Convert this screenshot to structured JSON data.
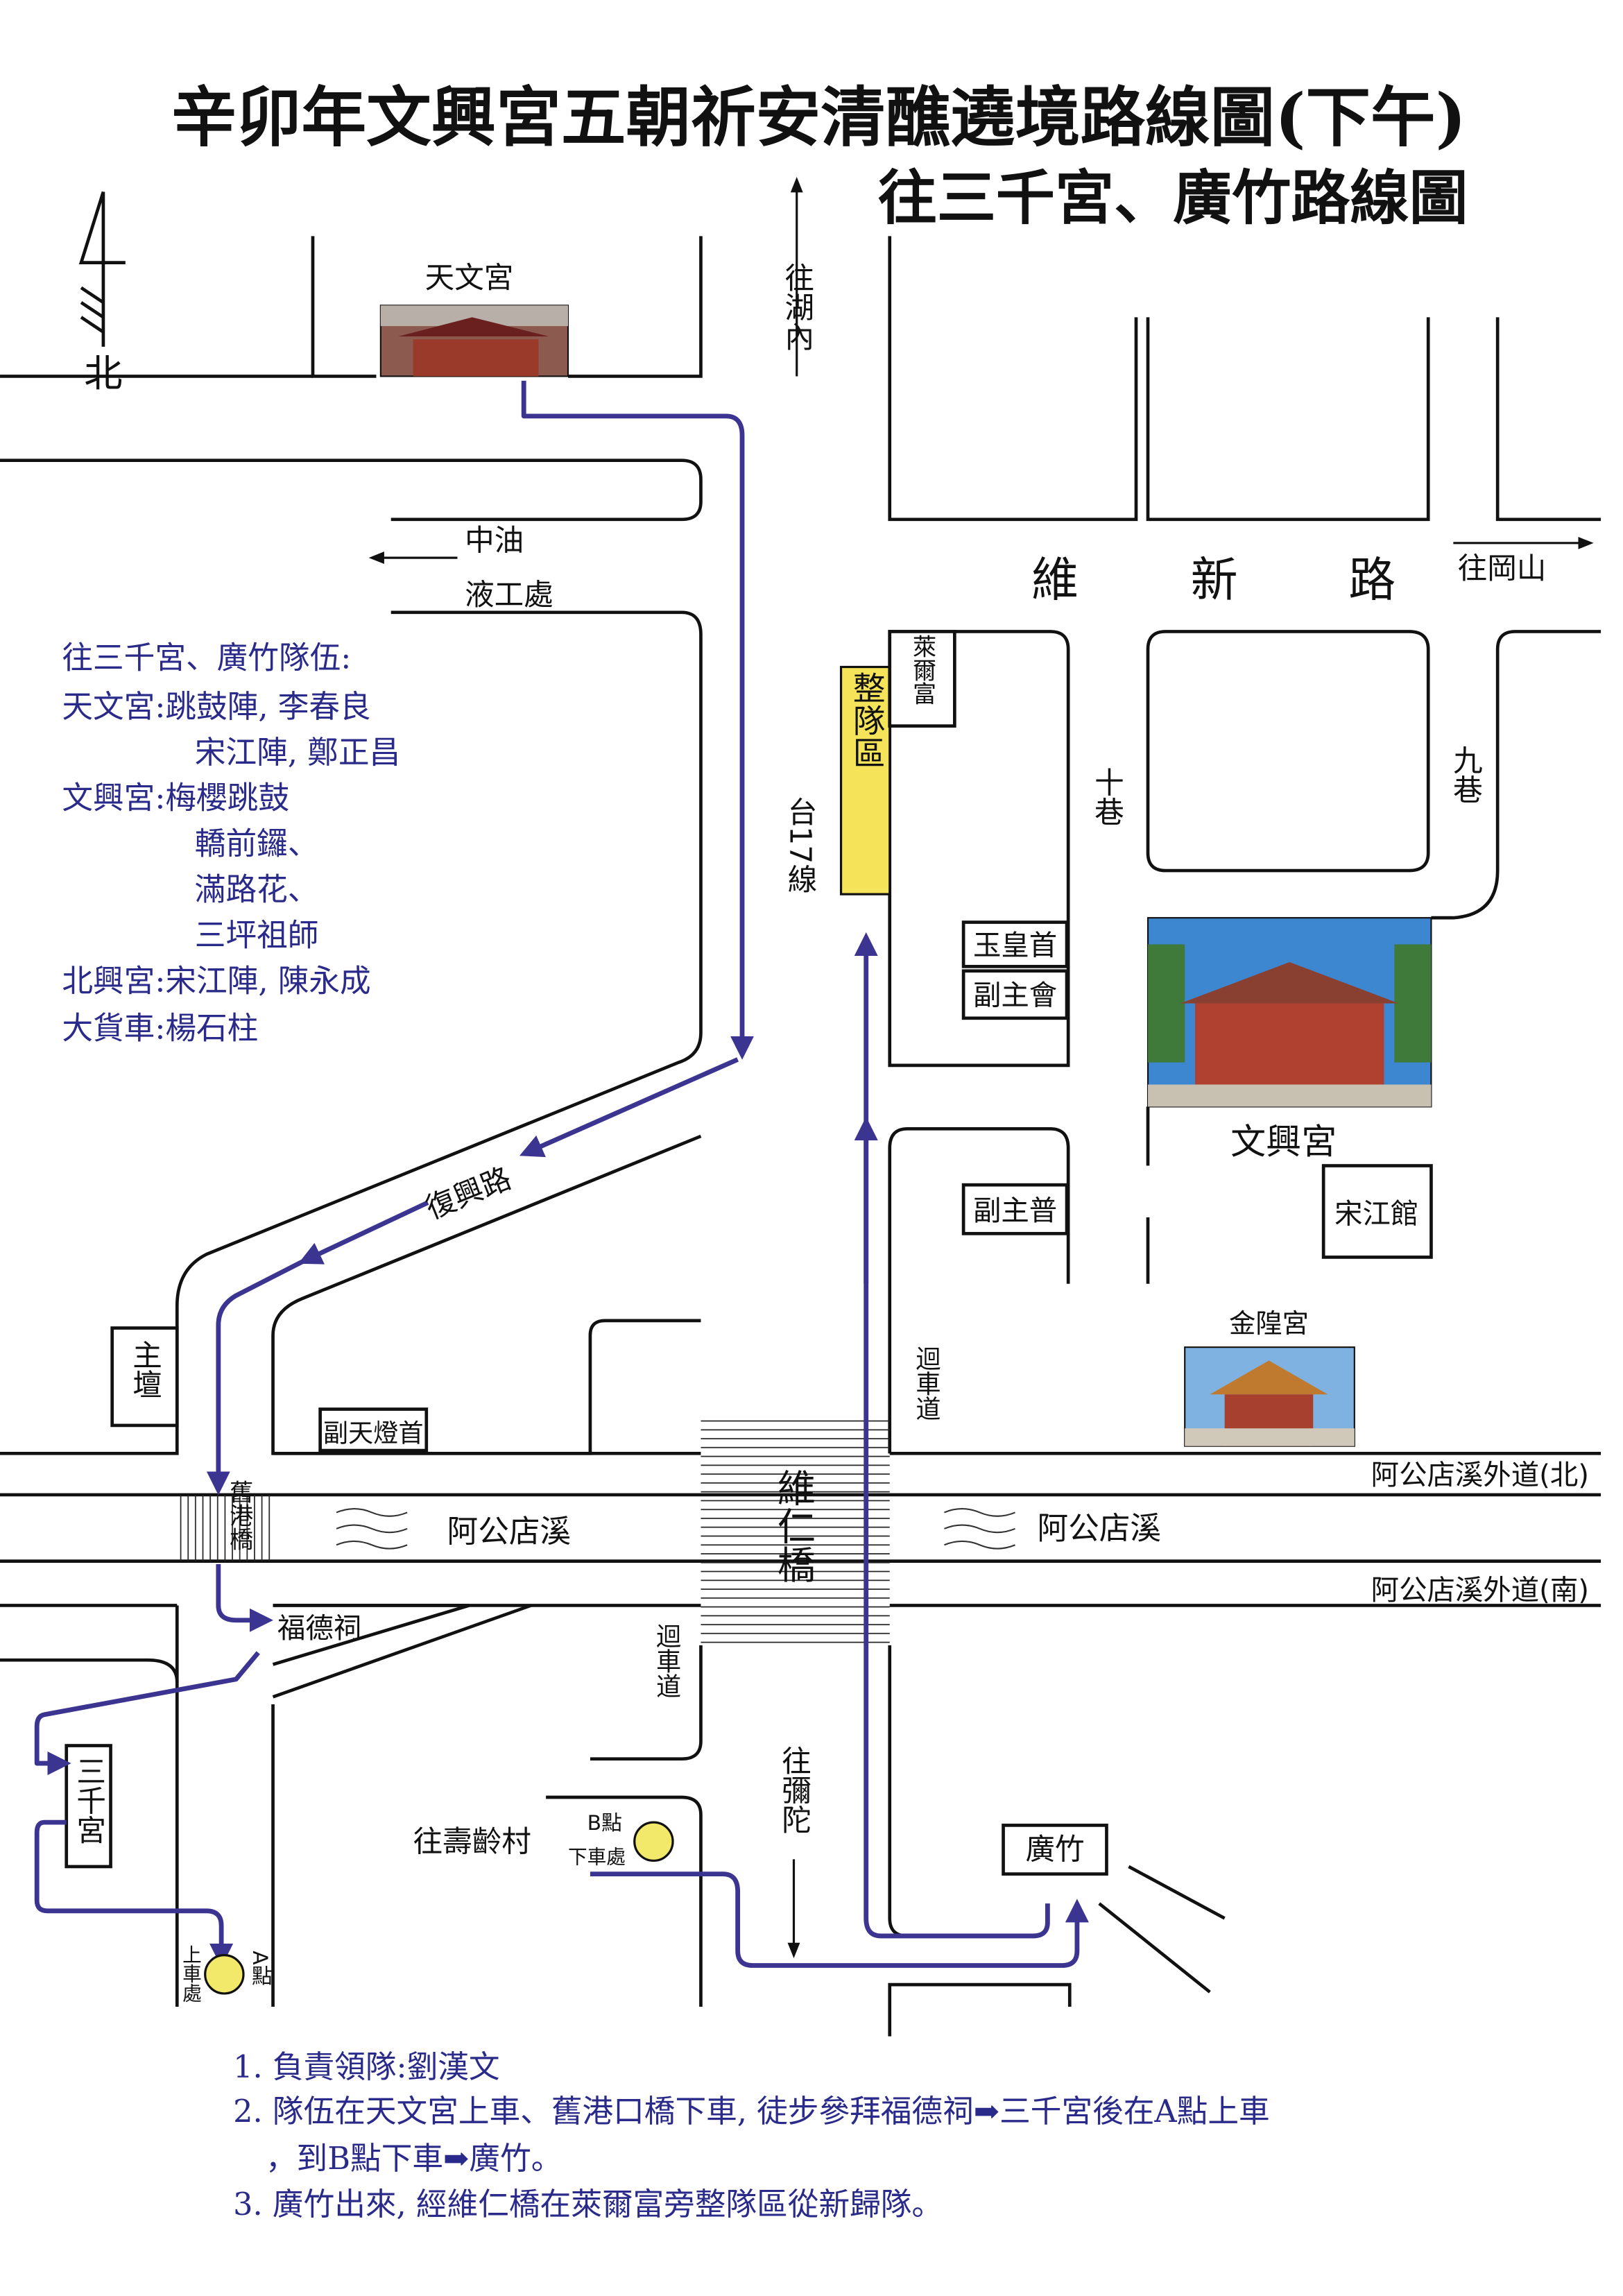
{
  "title": "辛卯年文興宮五朝祈安清醮遶境路線圖(下午)",
  "subtitle": "往三千宮、廣竹路線圖",
  "north_label": "北",
  "colors": {
    "route": "#3b3490",
    "text_blue": "#2a2a8a",
    "staging_area": "#f5e35a",
    "point_marker": "#f2e86a"
  },
  "places": {
    "tianwen": "天文宮",
    "wenxing": "文興宮",
    "jinhuang": "金隍宮",
    "songjiang_hall": "宋江館",
    "laierfu": "萊爾富",
    "staging": "整隊區",
    "zhutan": "主壇",
    "futian": "福德祠",
    "sanqian": "三千宮",
    "guangzhu": "廣竹",
    "yuhuang": "玉皇首",
    "fuzhu1": "副主會",
    "fuzhu2": "副主普",
    "futiandeng": "副天燈首",
    "cpc": "中油",
    "cpc2": "液工處"
  },
  "roads": {
    "weixin": [
      "維",
      "新",
      "路"
    ],
    "fuxing": "復興路",
    "tai17": "台17線",
    "lane10": "十巷",
    "lane9": "九巷",
    "river": "阿公店溪",
    "river_north": "阿公店溪外道(北)",
    "river_south": "阿公店溪外道(南)",
    "weiren_bridge": "維仁橋",
    "jiugang_bridge": "舊港橋",
    "uturn1": "迴車道",
    "uturn2": "迴車道"
  },
  "directions": {
    "hunei": "往湖內",
    "gangshan": "往岡山",
    "mituo": "往彌陀",
    "shouling": "往壽齡村"
  },
  "points": {
    "a_label": "A點",
    "a_desc": "上車處",
    "b_label": "B點",
    "b_desc": "下車處"
  },
  "teams": {
    "heading": "往三千宮、廣竹隊伍:",
    "lines": [
      "天文宮:跳鼓陣, 李春良",
      "宋江陣, 鄭正昌",
      "文興宮:梅櫻跳鼓",
      "轎前鑼、",
      "滿路花、",
      "三坪祖師",
      "北興宮:宋江陣, 陳永成",
      "大貨車:楊石柱"
    ]
  },
  "notes": [
    "1. 負責領隊:劉漢文",
    "2. 隊伍在天文宮上車、舊港口橋下車, 徒步參拜福德祠➡三千宮後在A點上車",
    "，到B點下車➡廣竹。",
    "3. 廣竹出來, 經維仁橋在萊爾富旁整隊區從新歸隊。"
  ]
}
